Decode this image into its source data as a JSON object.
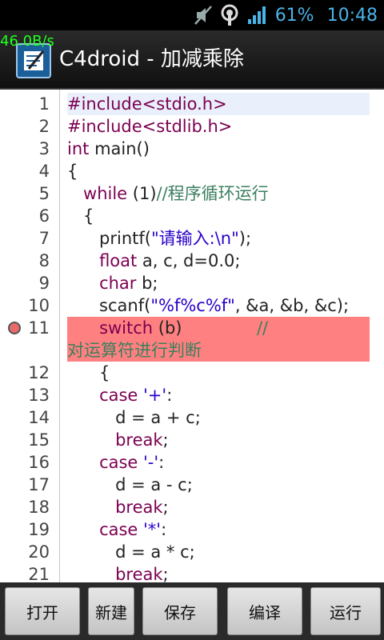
{
  "status_bar": {
    "battery": "61%",
    "time": "10:48"
  },
  "net_speed": "46.0B/s",
  "app": {
    "title": "C4droid - 加减乘除"
  },
  "editor": {
    "lines": [
      {
        "num": "1",
        "html": "<span class=\"pp\">#include&lt;stdio.h&gt;</span>"
      },
      {
        "num": "2",
        "html": "<span class=\"pp\">#include&lt;stdlib.h&gt;</span>"
      },
      {
        "num": "3",
        "html": "<span class=\"kw\">int</span> main()"
      },
      {
        "num": "4",
        "html": "{"
      },
      {
        "num": "5",
        "html": "   <span class=\"kw\">while</span> (1)<span class=\"cm\">//程序循环运行</span>"
      },
      {
        "num": "6",
        "html": "   {"
      },
      {
        "num": "7",
        "html": "      printf(<span class=\"str\">\"请输入:\\n\"</span>);"
      },
      {
        "num": "8",
        "html": "      <span class=\"kw\">float</span> a, c, d=0.0;"
      },
      {
        "num": "9",
        "html": "      <span class=\"kw\">char</span> b;"
      },
      {
        "num": "10",
        "html": "      scanf(<span class=\"str\">\"%f%c%f\"</span>, &amp;a, &amp;b, &amp;c);"
      },
      {
        "num": "11",
        "html": "      <span class=\"kw\">switch</span> (b)              <span class=\"cm\">//</span>"
      },
      {
        "num": "",
        "html": "<span class=\"cm\">对运算符进行判断</span>"
      },
      {
        "num": "12",
        "html": "      {"
      },
      {
        "num": "13",
        "html": "      <span class=\"kw\">case</span> <span class=\"str\">'+'</span>:"
      },
      {
        "num": "14",
        "html": "         d = a + c;"
      },
      {
        "num": "15",
        "html": "         <span class=\"kw\">break</span>;"
      },
      {
        "num": "16",
        "html": "      <span class=\"kw\">case</span> <span class=\"str\">'-'</span>:"
      },
      {
        "num": "17",
        "html": "         d = a - c;"
      },
      {
        "num": "18",
        "html": "         <span class=\"kw\">break</span>;"
      },
      {
        "num": "19",
        "html": "      <span class=\"kw\">case</span> <span class=\"str\">'*'</span>:"
      },
      {
        "num": "20",
        "html": "         d = a * c;"
      },
      {
        "num": "21",
        "html": "         <span class=\"kw\">break</span>;"
      }
    ]
  },
  "toolbar": {
    "open": "打开",
    "new": "新建",
    "save": "保存",
    "compile": "编译",
    "run": "运行"
  }
}
